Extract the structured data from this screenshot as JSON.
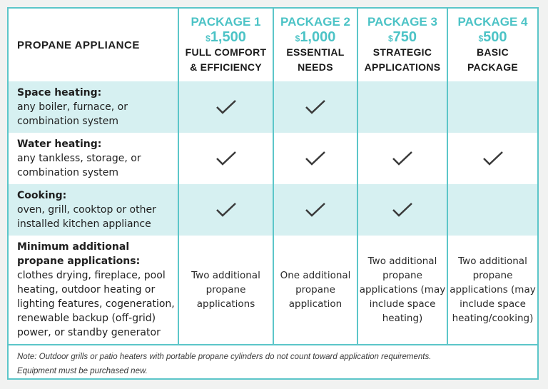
{
  "header": {
    "label": "PROPANE APPLIANCE",
    "packages": [
      {
        "name": "PACKAGE 1",
        "currency": "$",
        "price": "1,500",
        "desc1": "FULL COMFORT",
        "desc2": "& EFFICIENCY"
      },
      {
        "name": "PACKAGE 2",
        "currency": "$",
        "price": "1,000",
        "desc1": "ESSENTIAL",
        "desc2": "NEEDS"
      },
      {
        "name": "PACKAGE 3",
        "currency": "$",
        "price": "750",
        "desc1": "STRATEGIC",
        "desc2": "APPLICATIONS"
      },
      {
        "name": "PACKAGE 4",
        "currency": "$",
        "price": "500",
        "desc1": "BASIC",
        "desc2": "PACKAGE"
      }
    ]
  },
  "rows": [
    {
      "title": "Space heating:",
      "desc": "any boiler, furnace, or combination system",
      "checks": [
        true,
        true,
        false,
        false
      ]
    },
    {
      "title": "Water heating:",
      "desc": "any tankless, storage, or combination system",
      "checks": [
        true,
        true,
        true,
        true
      ]
    },
    {
      "title": "Cooking:",
      "desc": "oven, grill, cooktop or other installed kitchen appliance",
      "checks": [
        true,
        true,
        true,
        false
      ]
    },
    {
      "title": "Minimum additional propane applications:",
      "desc": "clothes drying, fireplace, pool heating, outdoor heating or lighting features, cogeneration, renewable backup (off-grid) power, or standby generator",
      "values": [
        "Two additional propane applications",
        "One additional propane application",
        "Two additional propane applications (may include space heating)",
        "Two additional propane applications (may include space heating/cooking)"
      ]
    }
  ],
  "note": {
    "line1": "Note: Outdoor grills or patio heaters with portable propane cylinders do not count toward application requirements.",
    "line2": "Equipment must be purchased new."
  },
  "colors": {
    "accent": "#4cc3c6",
    "row_alt": "#d6f0f1",
    "border": "#5cc6c9"
  },
  "icons": {
    "check": "checkmark-icon"
  }
}
